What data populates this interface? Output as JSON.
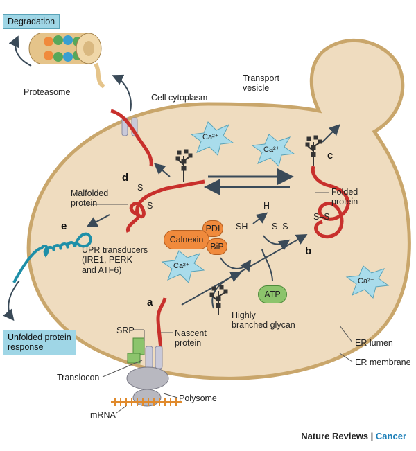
{
  "labels": {
    "degradation": "Degradation",
    "proteasome": "Proteasome",
    "cell_cytoplasm": "Cell cytoplasm",
    "transport_vesicle": "Transport\nvesicle",
    "ca": "Ca²⁺",
    "malfolded_protein": "Malfolded\nprotein",
    "s_minus": "S–",
    "folded_protein": "Folded\nprotein",
    "ss": "S–S",
    "h": "H",
    "sh": "SH",
    "pdi": "PDI",
    "calnexin": "Calnexin",
    "bip": "BiP",
    "atp": "ATP",
    "upr_transducers": "UPR transducers\n(IRE1, PERK\nand ATF6)",
    "unfolded_protein_response": "Unfolded protein\nresponse",
    "highly_branched_glycan": "Highly\nbranched glycan",
    "srp": "SRP",
    "nascent_protein": "Nascent\nprotein",
    "translocon": "Translocon",
    "polysome": "Polysome",
    "mrna": "mRNA",
    "er_lumen": "ER lumen",
    "er_membrane": "ER membrane"
  },
  "steps": {
    "a": "a",
    "b": "b",
    "c": "c",
    "d": "d",
    "e": "e"
  },
  "footer": {
    "journal": "Nature Reviews",
    "separator": " | ",
    "section": "Cancer"
  },
  "colors": {
    "lumen": "#efdcbf",
    "membrane": "#c9a66b",
    "protein": "#c8302c",
    "chaperone": "#f08a3c",
    "atp": "#8cc46c",
    "ca_star": "#a9dceb",
    "upr": "#1e8fa8",
    "accent": "#1d7fb8"
  }
}
